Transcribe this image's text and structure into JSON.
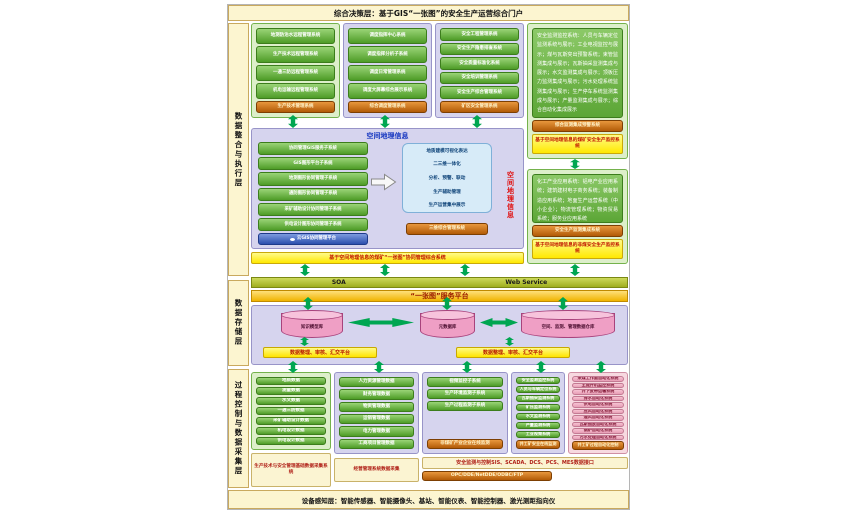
{
  "banners": {
    "top": "综合决策层：基于GIS“一张图”的安全生产运营综合门户",
    "bottom": "设备感知层：智能传感器、智能摄像头、基站、智能仪表、智能控制器、激光测距指向仪"
  },
  "layers": {
    "integration": "数据整合与执行层",
    "storage": "数据存储层",
    "acquisition": "过程控制与数据采集层"
  },
  "row1": {
    "remote": {
      "items": [
        "地测防治水远程管理系统",
        "生产技术远程管理系统",
        "一通三防远程管理系统",
        "机电运输远程管理系统"
      ],
      "action": "生产技术管理系统"
    },
    "dispatch": {
      "items": [
        "调度指挥中心系统",
        "调度指挥分析子系统",
        "调度日常管理系统",
        "调度大屏幕综合展示系统"
      ],
      "action": "综合调度管理系统"
    },
    "safety": {
      "items": [
        "安全工程管理系统",
        "安全生产隐患排查系统",
        "安全质量标准化系统",
        "安全培训管理系统",
        "安全生产综合管理系统"
      ],
      "action": "矿区安全管理系统"
    },
    "coal_monitoring": {
      "text": "安全监测监控系统：人员与车辆定位监测系统与展示；工业电视监控与展示；煤与瓦斯突出预警系统；束管监测集成与展示；瓦斯抽采监测集成与展示；水文监测集成与展示；顶板压力监测集成与展示；污水处理系统监测集成与展示；生产停车系统监测集成与展示；产量监测集成与展示；综合自动化集成展示",
      "action": "综合监测集成预警系统",
      "highlight": "基于空间地理信息的煤矿安全生产监控系统"
    }
  },
  "gis": {
    "title": "空间地理信息",
    "left_items": [
      "协同管理GIS服务子系统",
      "GIS图形平台子系统",
      "地测图形协同管理子系统",
      "通防图形协同管理子系统",
      "采矿辅助设计协同管理子系统",
      "供电设计图形协同管理子系统"
    ],
    "cloud_platform": "云GIS协同管理平台",
    "capabilities": [
      "地质建模可视化表达",
      "二三维一体化",
      "分析、预警、联动",
      "生产辅助管理",
      "生产运营集中展示"
    ],
    "action": "三维综合管理系统",
    "side_label": "空间地理信息",
    "highlight": "基于空间地理信息的煤矿“一张图”协同管理综合系统"
  },
  "non_coal": {
    "text": "化工产业应用系统：铝电产业应用系统；建筑建材电子商务系统；装备制造应用系统；地面生产运营系统（中小企业）；物流管理系统；物资贸易系统；服务业应用系统",
    "action": "安全生产监测集成系统",
    "highlight": "基于空间地理信息的非煤安全生产监控系统"
  },
  "middleware": {
    "soa": "SOA",
    "web_service": "Web Service",
    "platform": "“一张图”服务平台"
  },
  "storage": {
    "databases": [
      "知识模型库",
      "元数据库",
      "空间、监测、管理数据仓库"
    ],
    "platform_left": "数据整理、审核、汇交平台",
    "platform_right": "数据整理、审核、汇交平台"
  },
  "acquisition": {
    "technical": {
      "items": [
        "地质数据",
        "测量数据",
        "水文数据",
        "一通三防数据",
        "采矿辅助设计数据",
        "机电设计数据",
        "供电设计数据"
      ],
      "note": "生产技术与安全管理基础数据采集系统"
    },
    "business": {
      "items": [
        "人力资源管理数据",
        "财务管理数据",
        "物资管理数据",
        "运销管理数据",
        "电力管理数据",
        "工商项目管理数据"
      ],
      "note": "经营管理系统数据采集"
    },
    "noncoal": {
      "items": [
        "视频监控子系统",
        "生产环境监测子系统",
        "生产过程监测子系统"
      ],
      "action": "非煤矿产业企业在线监测"
    },
    "coal_safety": {
      "items": [
        "安全监测监控系统",
        "人员与车辆定位系统",
        "瓦斯抽采监测系统",
        "矿压监测系统",
        "水文监测系统",
        "产量监测系统",
        "工业视频系统"
      ],
      "action": "井工矿安全在线监测"
    },
    "automation": {
      "items": [
        "采煤工作面自动化系统",
        "主提升机监控系统",
        "井下皮带运输系统",
        "排水自动化系统",
        "供电自动化系统",
        "压风自动化系统",
        "通风自动化系统",
        "瓦斯抽放自动化系统",
        "锅炉自动化系统",
        "污水处理自动化系统"
      ],
      "action": "井工矿过程自动化控制"
    },
    "interface": "安全监测与控制SIS、SCADA、DCS、PCS、MES数据接口",
    "protocols": "OPC/DDE/NetDDE/ODBC/FTP"
  },
  "colors": {
    "item_green": "#4e9c27",
    "item_orange": "#b25b07",
    "highlight_yellow": "#ffe800",
    "arrow_green": "#00a651",
    "panel_lavender": "#d6d4ee",
    "panel_green": "#ddefca",
    "panel_pink": "#f7d9e0",
    "cylinder_pink": "#ef9fc5"
  }
}
